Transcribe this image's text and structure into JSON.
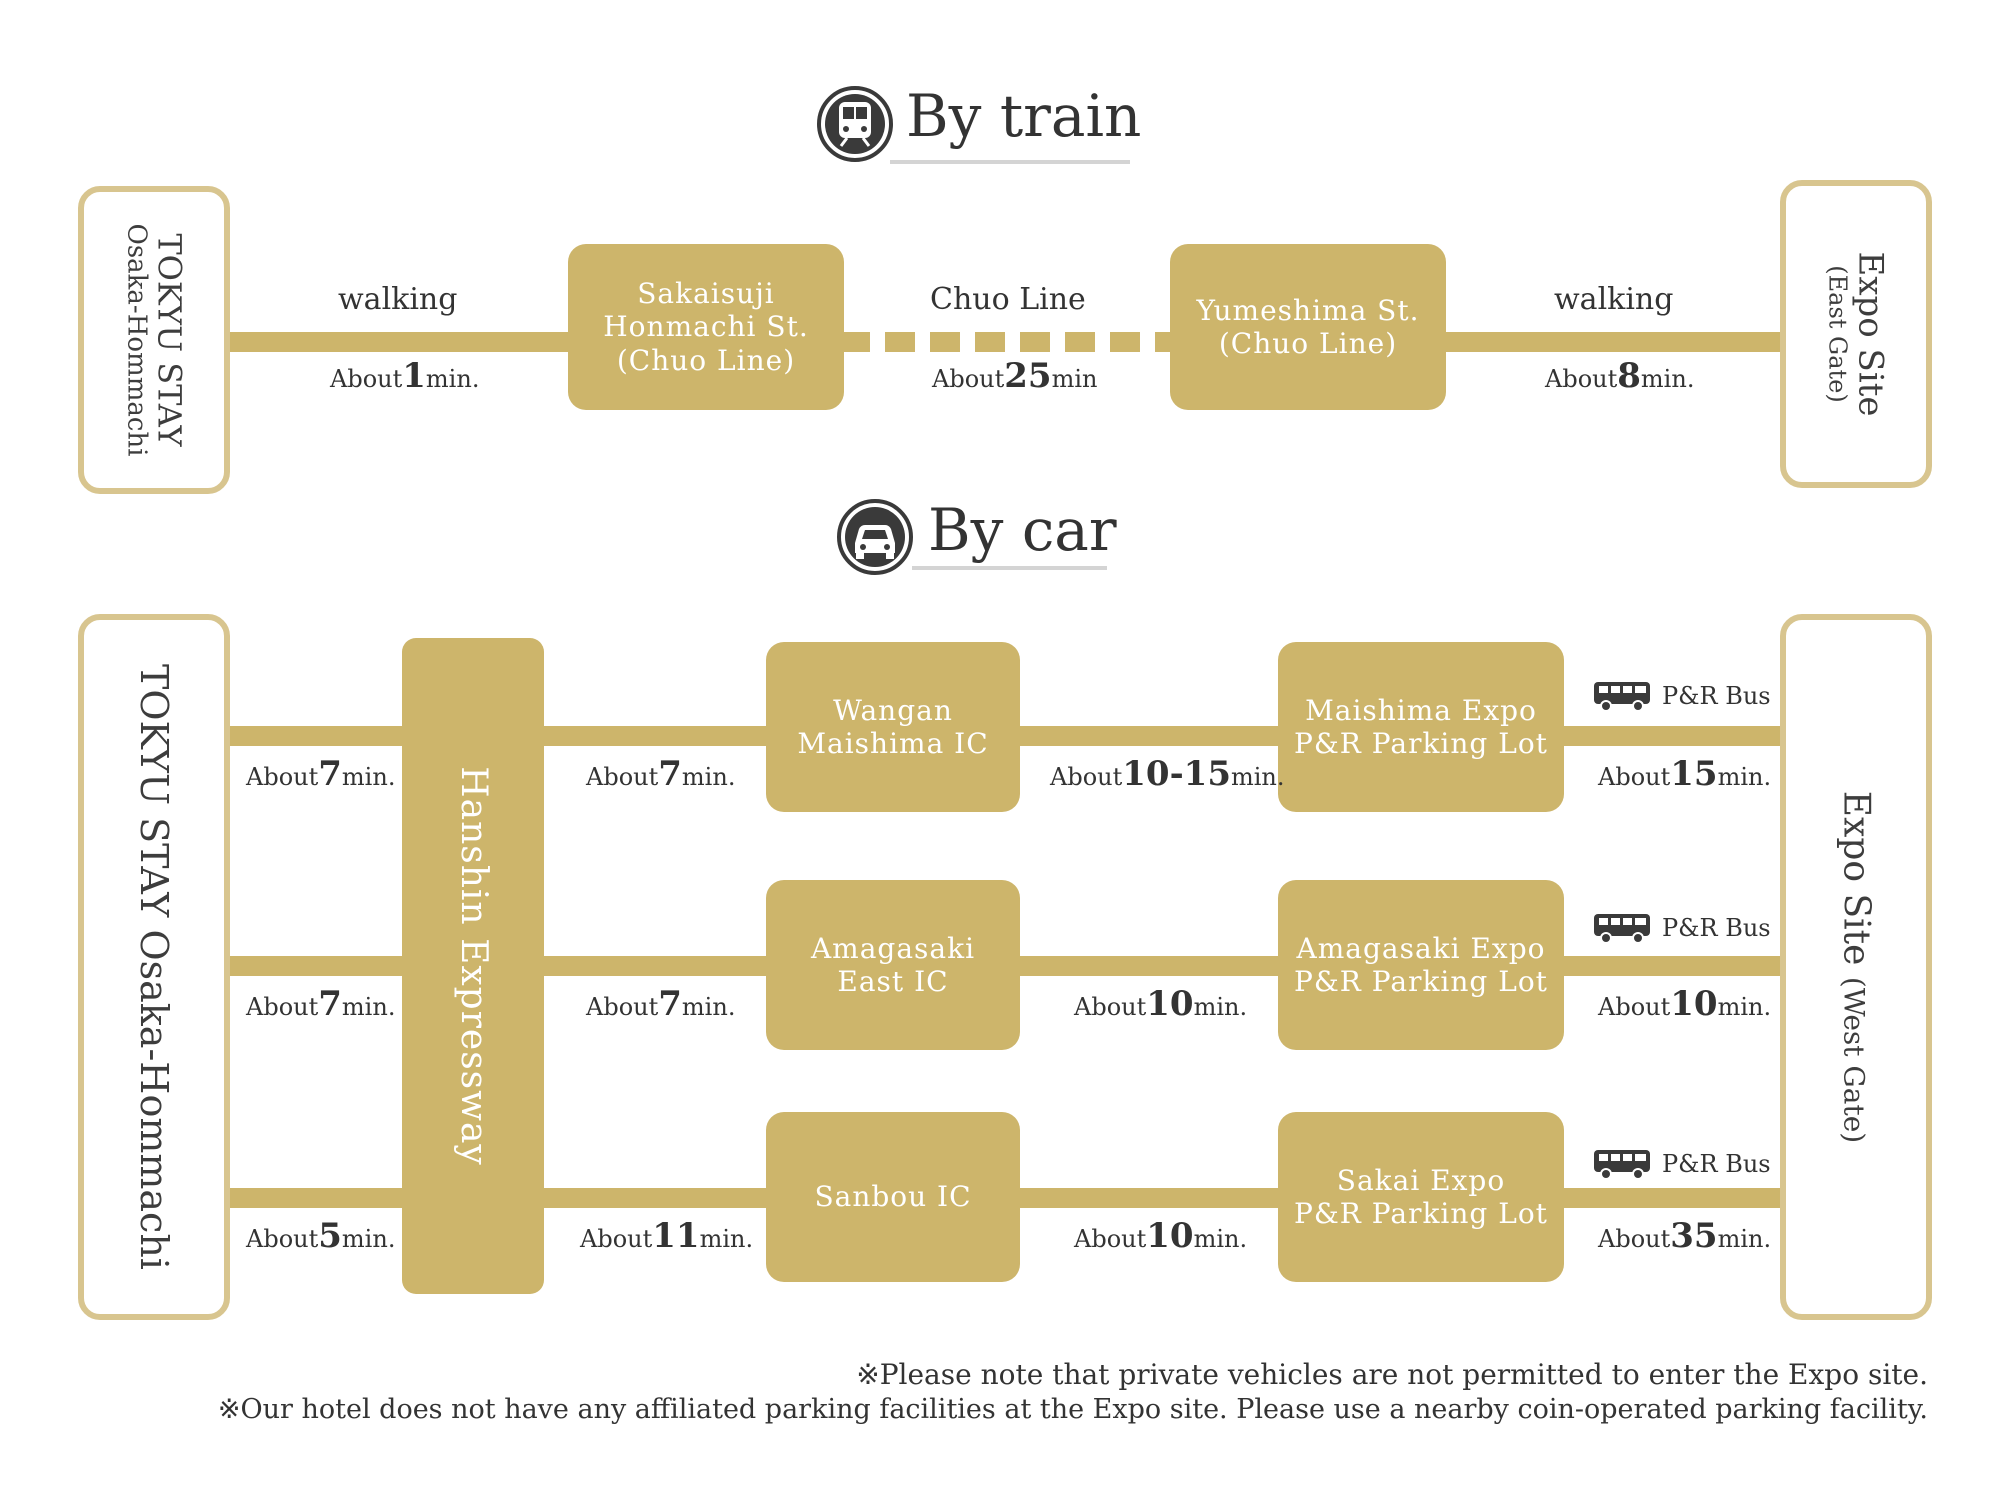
{
  "train": {
    "title": "By train",
    "start": {
      "line1": "TOKYU STAY",
      "line2": "Osaka-Hommachi"
    },
    "end": {
      "line1": "Expo Site",
      "line2": "(East Gate)"
    },
    "seg1": {
      "mode": "walking",
      "pre": "About",
      "num": "1",
      "post": "min."
    },
    "st1": {
      "line1": "Sakaisuji",
      "line2": "Honmachi St.",
      "line3": "(Chuo Line)"
    },
    "seg2": {
      "mode": "Chuo Line",
      "pre": "About",
      "num": "25",
      "post": "min"
    },
    "st2": {
      "line1": "Yumeshima St.",
      "line2": "(Chuo Line)"
    },
    "seg3": {
      "mode": "walking",
      "pre": "About",
      "num": "8",
      "post": "min."
    }
  },
  "car": {
    "title": "By car",
    "start": "TOKYU STAY Osaka-Hommachi",
    "end": {
      "main": "Expo Site",
      "sub": "(West Gate)"
    },
    "expressway": "Hanshin Expressway",
    "bus_label": "P&R Bus",
    "rows": [
      {
        "t1": {
          "pre": "About",
          "num": "7",
          "post": "min."
        },
        "t2": {
          "pre": "About",
          "num": "7",
          "post": "min."
        },
        "ic": {
          "line1": "Wangan",
          "line2": "Maishima IC"
        },
        "t3": {
          "pre": "About",
          "num": "10-15",
          "post": "min."
        },
        "lot": {
          "line1": "Maishima Expo",
          "line2": "P&R Parking Lot"
        },
        "t4": {
          "pre": "About",
          "num": "15",
          "post": "min."
        }
      },
      {
        "t1": {
          "pre": "About",
          "num": "7",
          "post": "min."
        },
        "t2": {
          "pre": "About",
          "num": "7",
          "post": "min."
        },
        "ic": {
          "line1": "Amagasaki",
          "line2": "East IC"
        },
        "t3": {
          "pre": "About",
          "num": "10",
          "post": "min."
        },
        "lot": {
          "line1": "Amagasaki Expo",
          "line2": "P&R Parking Lot"
        },
        "t4": {
          "pre": "About",
          "num": "10",
          "post": "min."
        }
      },
      {
        "t1": {
          "pre": "About",
          "num": "5",
          "post": "min."
        },
        "t2": {
          "pre": "About",
          "num": "11",
          "post": "min."
        },
        "ic": {
          "line1": "Sanbou IC",
          "line2": ""
        },
        "t3": {
          "pre": "About",
          "num": "10",
          "post": "min."
        },
        "lot": {
          "line1": "Sakai Expo",
          "line2": "P&R Parking Lot"
        },
        "t4": {
          "pre": "About",
          "num": "35",
          "post": "min."
        }
      }
    ]
  },
  "notes": [
    "※Please note that private vehicles are not permitted to enter the Expo site.",
    "※Our hotel does not have any affiliated parking facilities at the Expo site. Please use a nearby coin-operated parking facility."
  ],
  "colors": {
    "gold": "#cdb56b",
    "outline": "#d8c58f",
    "text": "#333333"
  }
}
